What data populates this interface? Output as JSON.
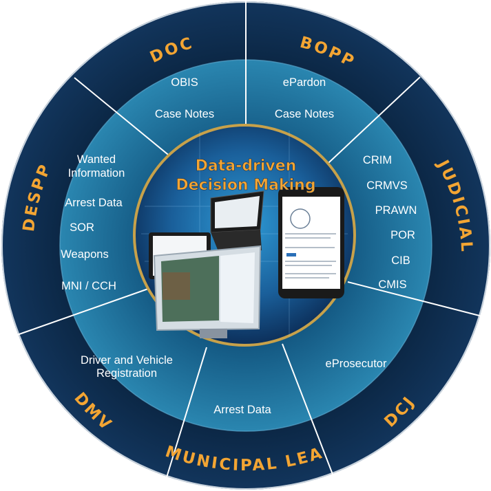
{
  "center": {
    "title_line1": "Data-driven",
    "title_line2": "Decision Making"
  },
  "agencies": {
    "doc": "DOC",
    "bopp": "BOPP",
    "judicial": "JUDICIAL",
    "dcj": "DCJ",
    "municipal_lea": "MUNICIPAL LEA",
    "dmv": "DMV",
    "despp": "DESPP"
  },
  "systems": {
    "doc": [
      "OBIS",
      "Case Notes"
    ],
    "bopp": [
      "ePardon",
      "Case Notes"
    ],
    "judicial": [
      "CRIM",
      "CRMVS",
      "PRAWN",
      "POR",
      "CIB",
      "CMIS"
    ],
    "dcj": [
      "eProsecutor"
    ],
    "municipal_lea": [
      "Arrest Data"
    ],
    "dmv": [
      "Driver and Vehicle",
      "Registration"
    ],
    "despp": [
      "Wanted",
      "Information",
      "Arrest Data",
      "SOR",
      "Weapons",
      "MNI / CCH"
    ]
  },
  "colors": {
    "outer_ring": "#0d2a47",
    "inner_ring": "#1f6a94",
    "accent": "#f3a533",
    "divider": "#ffffff",
    "text": "#ffffff"
  }
}
